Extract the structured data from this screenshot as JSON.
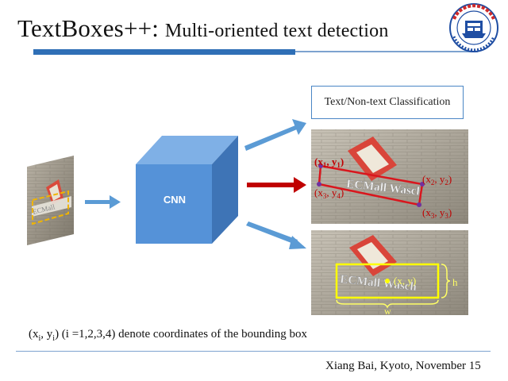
{
  "slide": {
    "title_main": "TextBoxes++:",
    "title_rest": "Multi-oriented text detection",
    "classification_label": "Text/Non-text Classification",
    "cnn_label": "CNN",
    "caption": {
      "part1": "(x",
      "sub1": "i",
      "part2": ", y",
      "sub2": "i",
      "part3": ") (i =1,2,3,4) denote coordinates of the bounding box"
    },
    "footer": "Xiang Bai, Kyoto, November 15",
    "image_sign_text": "ECMall",
    "sign_text_right": "ECMall Wasch"
  },
  "quad_labels": {
    "p1": {
      "a": "(x",
      "s1": "1",
      "b": ", y",
      "s2": "1",
      "c": ")"
    },
    "p2": {
      "a": "(x",
      "s1": "2",
      "b": ", y",
      "s2": "2",
      "c": ")"
    },
    "p3": {
      "a": "(x",
      "s1": "3",
      "b": ", y",
      "s2": "3",
      "c": ")"
    },
    "p4": {
      "a": "(x",
      "s1": "3",
      "b": ", y",
      "s2": "4",
      "c": ")"
    }
  },
  "box_labels": {
    "center": "(x, y)",
    "height": "h",
    "width": "w"
  },
  "colors": {
    "accent_blue": "#2f6fb6",
    "arrow_blue": "#5b9bd5",
    "arrow_red": "#c00000",
    "quad_red": "#d9161d",
    "box_yellow": "#ffff00",
    "label_red": "#c00000",
    "label_yellow": "#ffff66"
  },
  "icons": {
    "logo": "university-seal-icon"
  }
}
